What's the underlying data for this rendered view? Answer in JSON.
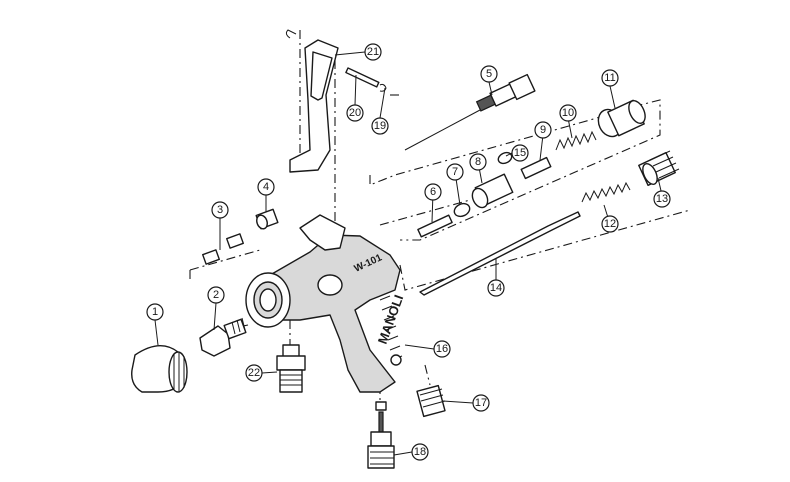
{
  "model_label": "W-101",
  "brand_label": "MANOLI",
  "callouts": [
    {
      "id": "1",
      "label": "1"
    },
    {
      "id": "2",
      "label": "2"
    },
    {
      "id": "3",
      "label": "3"
    },
    {
      "id": "4",
      "label": "4"
    },
    {
      "id": "5",
      "label": "5"
    },
    {
      "id": "6",
      "label": "6"
    },
    {
      "id": "7",
      "label": "7"
    },
    {
      "id": "8",
      "label": "8"
    },
    {
      "id": "9",
      "label": "9"
    },
    {
      "id": "10",
      "label": "10"
    },
    {
      "id": "11",
      "label": "11"
    },
    {
      "id": "12",
      "label": "12"
    },
    {
      "id": "13",
      "label": "13"
    },
    {
      "id": "14",
      "label": "14"
    },
    {
      "id": "15",
      "label": "15"
    },
    {
      "id": "16",
      "label": "16"
    },
    {
      "id": "17",
      "label": "17"
    },
    {
      "id": "18",
      "label": "18"
    },
    {
      "id": "19",
      "label": "19"
    },
    {
      "id": "20",
      "label": "20"
    },
    {
      "id": "21",
      "label": "21"
    },
    {
      "id": "22",
      "label": "22"
    }
  ]
}
